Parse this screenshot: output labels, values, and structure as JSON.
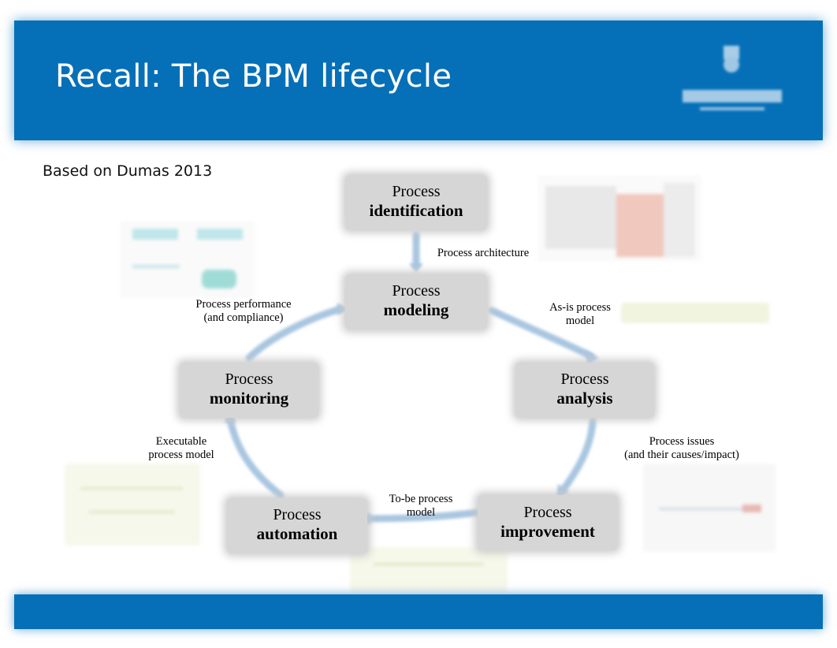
{
  "slide": {
    "title": "Recall: The BPM lifecycle",
    "subtitle": "Based on Dumas 2013"
  },
  "phases": {
    "identification": {
      "line1": "Process",
      "line2": "identification"
    },
    "modeling": {
      "line1": "Process",
      "line2": "modeling"
    },
    "analysis": {
      "line1": "Process",
      "line2": "analysis"
    },
    "improvement": {
      "line1": "Process",
      "line2": "improvement"
    },
    "automation": {
      "line1": "Process",
      "line2": "automation"
    },
    "monitoring": {
      "line1": "Process",
      "line2": "monitoring"
    }
  },
  "transitions": {
    "architecture": "Process architecture",
    "asis": {
      "line1": "As-is process",
      "line2": "model"
    },
    "issues": {
      "line1": "Process issues",
      "line2": "(and their causes/impact)"
    },
    "tobe": {
      "line1": "To-be process",
      "line2": "model"
    },
    "executable": {
      "line1": "Executable",
      "line2": "process model"
    },
    "performance": {
      "line1": "Process performance",
      "line2": "(and compliance)"
    }
  },
  "colors": {
    "banner": "#0570b8",
    "box": "#d6d6d6",
    "arrow": "#a9c6e0"
  }
}
